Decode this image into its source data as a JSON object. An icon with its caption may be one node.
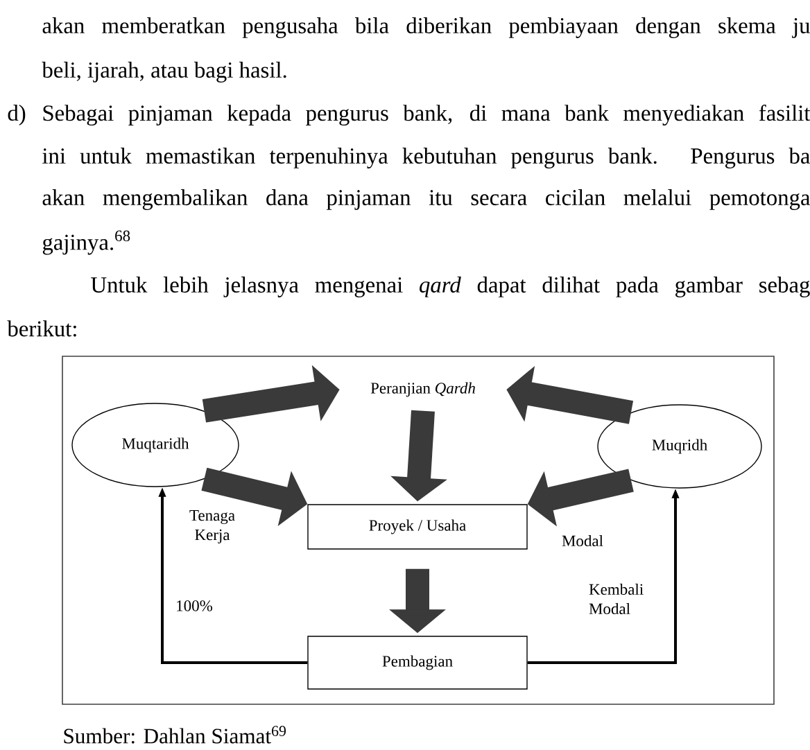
{
  "diagram": {
    "caption": "Sumber: Dahlan Siamat$^{69}$",
    "nodes": [
      {
        "text": [
          "Muqtaridh"
        ]
      },
      {
        "text": [
          "Muqridh"
        ]
      },
      {
        "text": [
          "Peranjian *Qardh*"
        ]
      },
      {
        "text": [
          "Proyek / Usaha"
        ]
      },
      {
        "text": [
          "Pembagian"
        ]
      }
    ],
    "edges": [
      {
        "from": 0,
        "to": 2,
        "arrow": "to"
      },
      {
        "from": 0,
        "to": 3,
        "arrow": "to",
        "label": "Tenaga Kerja"
      },
      {
        "from": 1,
        "to": 2,
        "arrow": "to"
      },
      {
        "from": 1,
        "to": 3,
        "arrow": "to",
        "label": "Modal"
      },
      {
        "from": 2,
        "to": 3,
        "arrow": "to"
      },
      {
        "from": 3,
        "to": 4,
        "arrow": "to"
      },
      {
        "from": 4,
        "to": 0,
        "arrow": "to",
        "label": "100%",
        "color": "#000000"
      },
      {
        "from": 4,
        "to": 1,
        "arrow": "to",
        "label": "Kembali Modal",
        "color": "#000000"
      }
    ],
    "labels": [
      "akan memberatkan pengusaha bila diberikan pembiayaan dengan skema ju",
      "beli, ijarah, atau bagi hasil.",
      "d)",
      "Sebagai pinjaman kepada pengurus bank, di mana bank menyediakan fasilit",
      "ini untuk memastikan terpenuhinya kebutuhan pengurus bank. Pengurus ba",
      "akan mengembalikan dana pinjaman itu secara cicilan melalui pemotonga",
      "gajinya.$^{68}$",
      "Untuk lebih jelasnya mengenai *qard* dapat dilihat pada gambar sebag",
      "berikut:"
    ]
  }
}
